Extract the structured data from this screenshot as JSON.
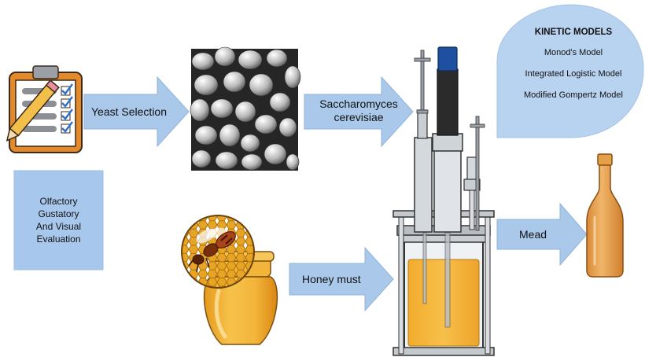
{
  "labels": {
    "yeast_selection": "Yeast Selection",
    "saccharomyces_line1": "Saccharomyces",
    "saccharomyces_line2": "cerevisiae",
    "honey_must": "Honey must",
    "mead": "Mead"
  },
  "evaluation_box": {
    "lines": [
      "Olfactory",
      "Gustatory",
      "And Visual",
      "Evaluation"
    ]
  },
  "kinetic_models": {
    "title": "KINETIC MODELS",
    "items": [
      "Monod's Model",
      "Integrated Logistic Model",
      "Modified Gompertz Model"
    ]
  },
  "colors": {
    "arrow_fill": "#a9c8ea",
    "arrow_stroke": "#8fb3dc",
    "honey": "#f3b43a",
    "honey_dark": "#d88c12",
    "mead_bottle": "#e8a24c",
    "bubble_fill": "#b8d3ef",
    "box_fill": "#a7c7ec"
  },
  "icons": [
    "clipboard-checklist-icon",
    "yeast-micrograph-image",
    "honey-jar-bee-icon",
    "bioreactor-icon",
    "mead-bottle-icon"
  ]
}
